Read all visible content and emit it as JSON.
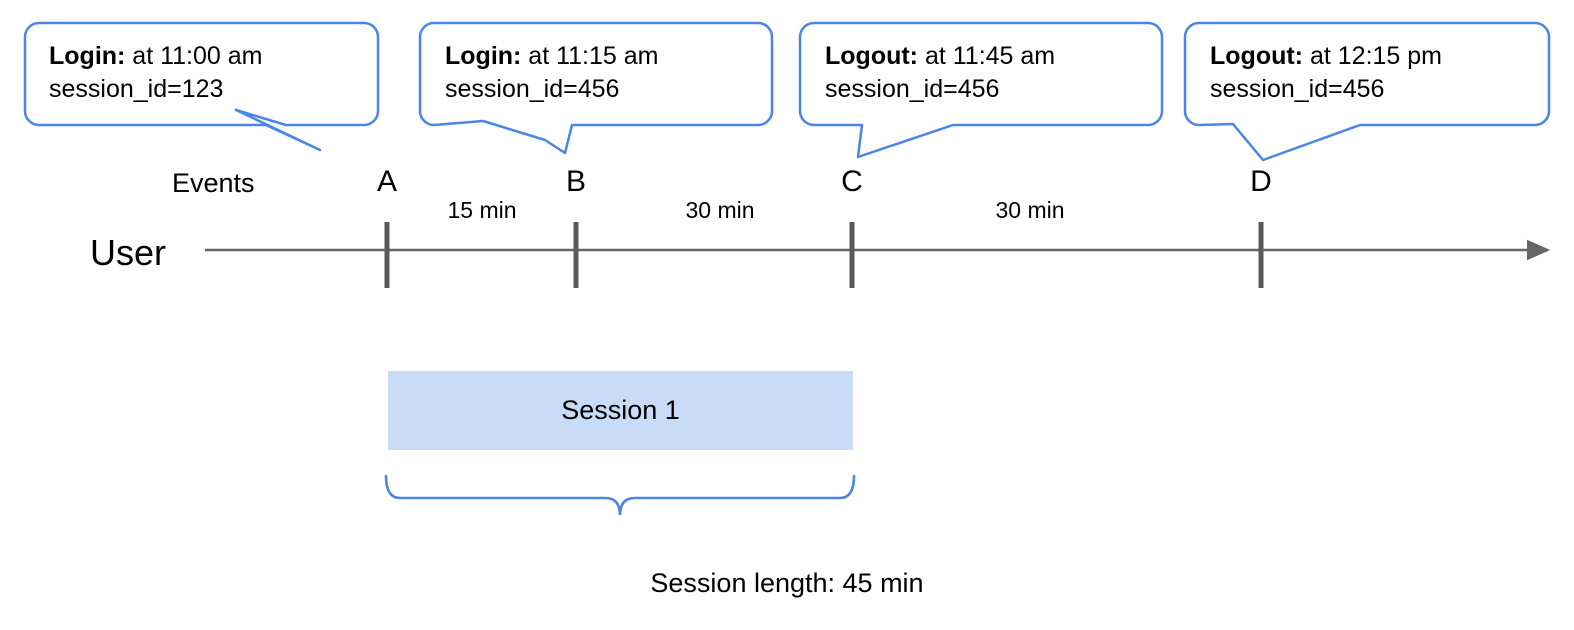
{
  "diagram": {
    "title_row_label": "Events",
    "lane_label": "User",
    "colors": {
      "callout_border": "#4a86e8",
      "callout_fill": "#ffffff",
      "axis": "#666666",
      "tick": "#595959",
      "session_fill": "#c9dcf7",
      "brace": "#4a86e8",
      "text": "#000000"
    },
    "callouts": [
      {
        "id": "callout-a",
        "title": "Login:",
        "time_text": " at 11:00 am",
        "detail": "session_id=123",
        "target": "A"
      },
      {
        "id": "callout-b",
        "title": "Login:",
        "time_text": " at 11:15 am",
        "detail": "session_id=456",
        "target": "B"
      },
      {
        "id": "callout-c",
        "title": "Logout:",
        "time_text": " at 11:45 am",
        "detail": "session_id=456",
        "target": "C"
      },
      {
        "id": "callout-d",
        "title": "Logout:",
        "time_text": " at 12:15 pm",
        "detail": "session_id=456",
        "target": "D"
      }
    ],
    "events": [
      {
        "letter": "A",
        "label": "Login",
        "time": "11:00 am",
        "session_id": "123"
      },
      {
        "letter": "B",
        "label": "Login",
        "time": "11:15 am",
        "session_id": "456"
      },
      {
        "letter": "C",
        "label": "Logout",
        "time": "11:45 am",
        "session_id": "456"
      },
      {
        "letter": "D",
        "label": "Logout",
        "time": "12:15 pm",
        "session_id": "456"
      }
    ],
    "intervals": [
      {
        "from": "A",
        "to": "B",
        "label": "15 min"
      },
      {
        "from": "B",
        "to": "C",
        "label": "30 min"
      },
      {
        "from": "C",
        "to": "D",
        "label": "30 min"
      }
    ],
    "session": {
      "bar_label": "Session 1",
      "span_from": "A",
      "span_to": "C",
      "caption": "Session length: 45 min"
    }
  }
}
